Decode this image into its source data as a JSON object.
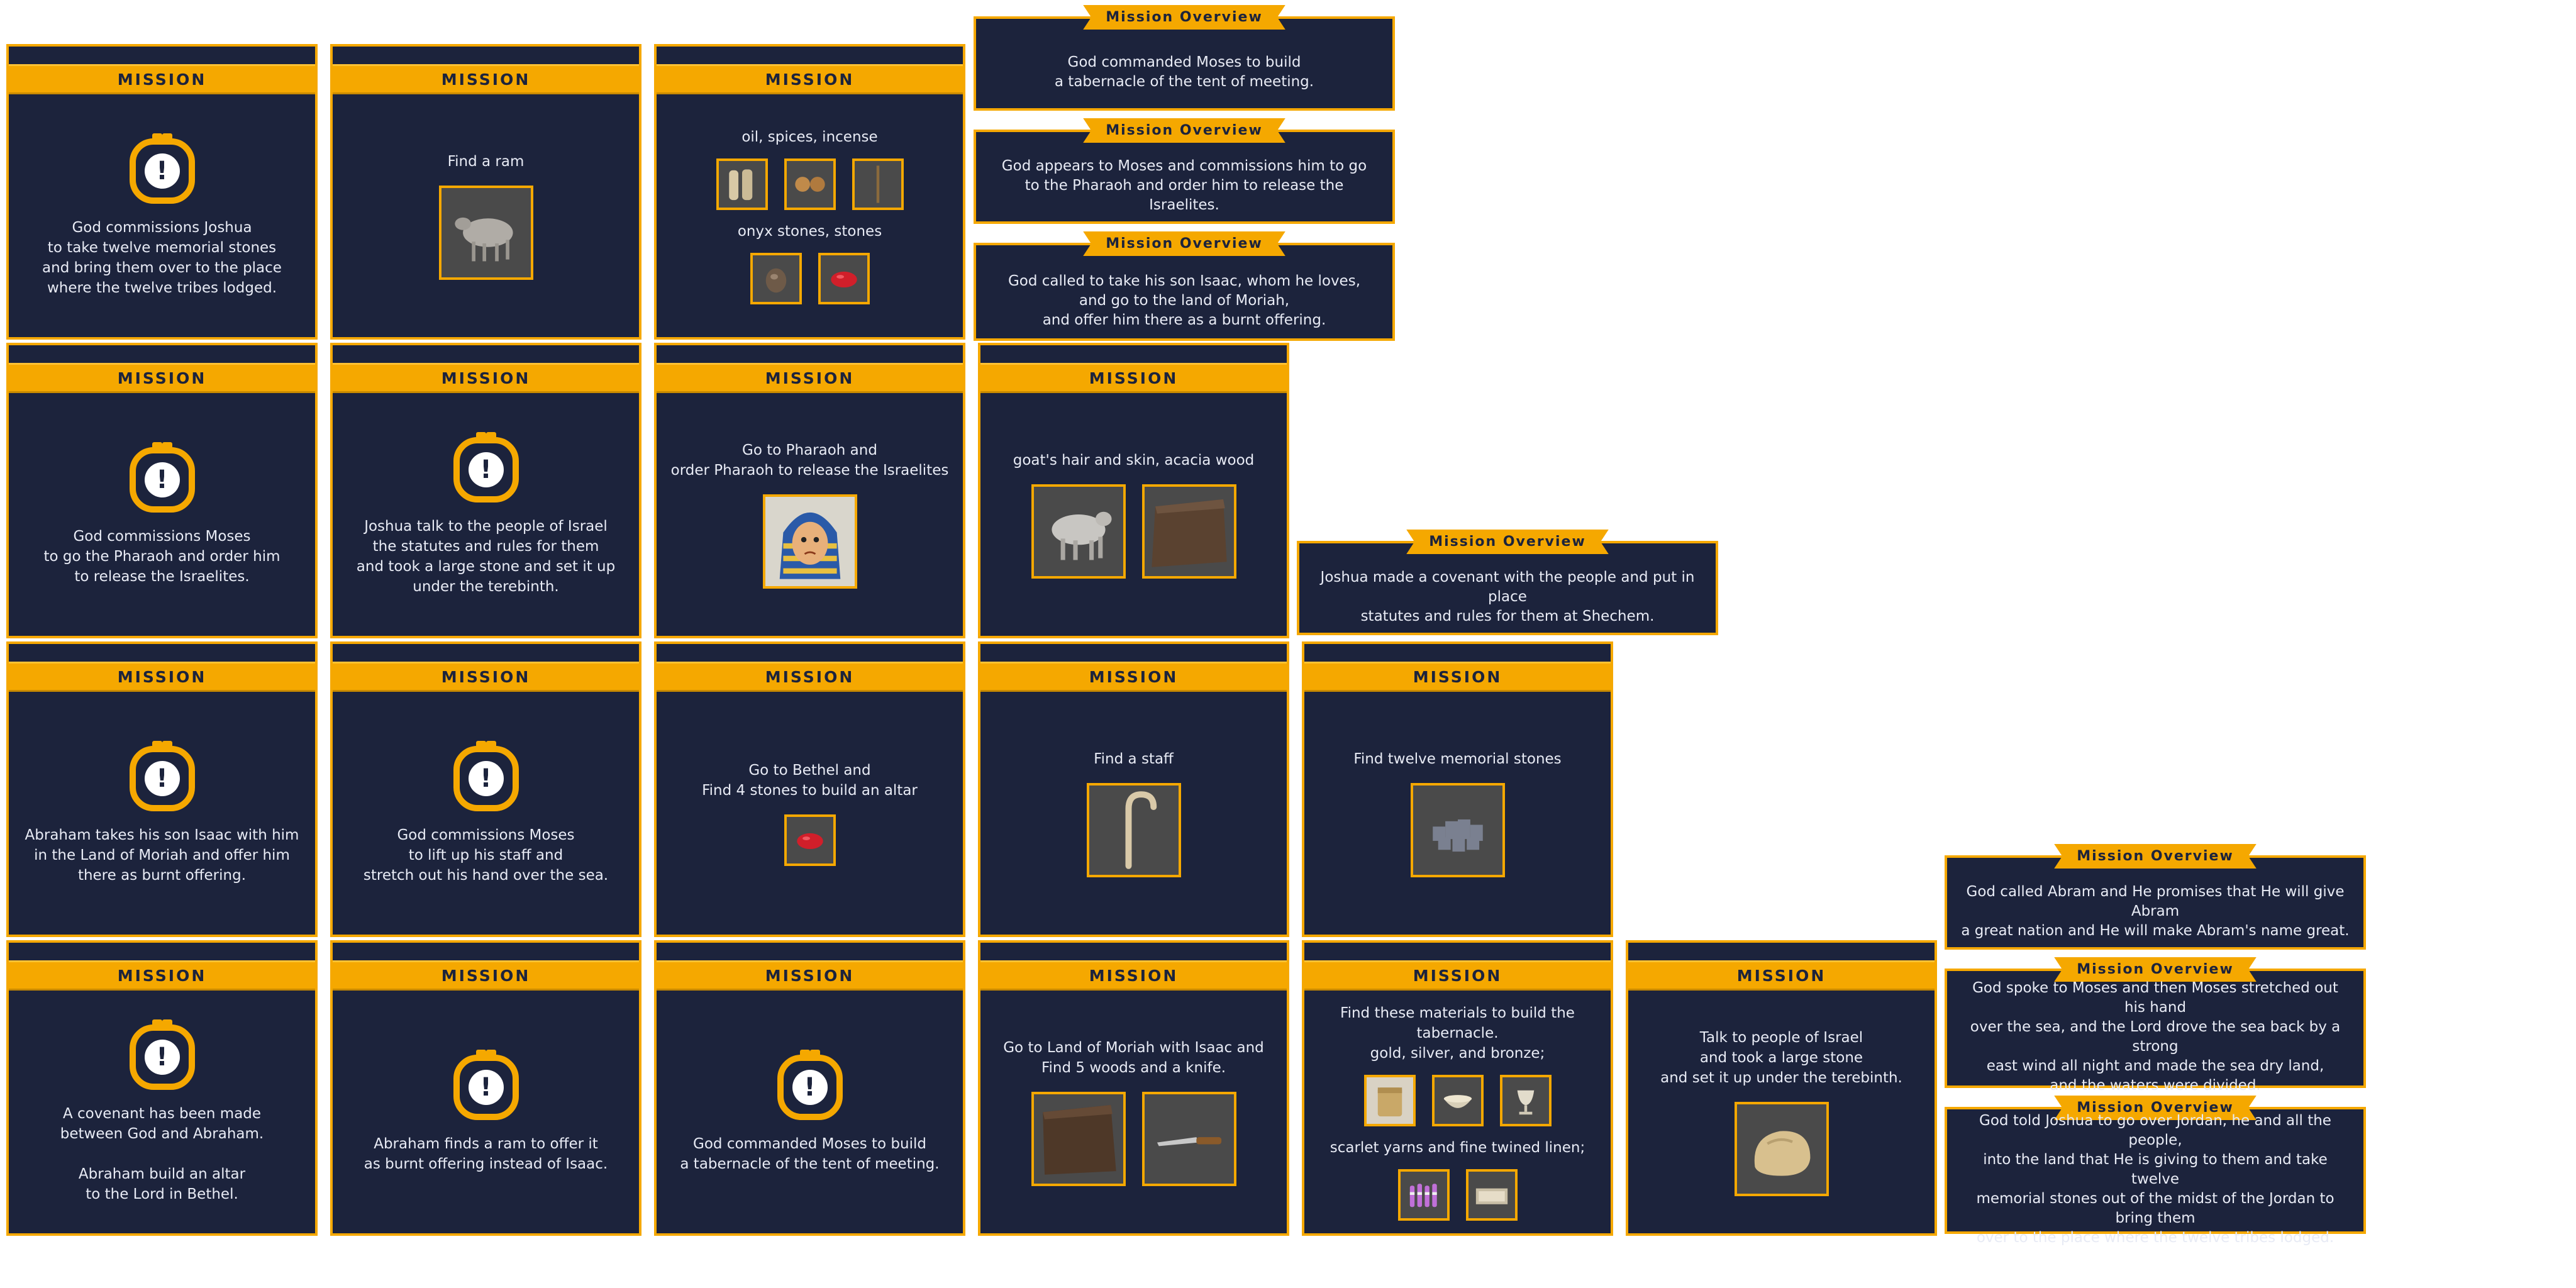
{
  "cards": [
    {
      "id": "r1c1",
      "header": "MISSION",
      "icon": "exclamation-icon",
      "text": "God commissions Joshua\nto take twelve memorial stones\nand bring them over to the place\nwhere the twelve tribes lodged."
    },
    {
      "id": "r1c2",
      "header": "MISSION",
      "text": "Find a ram",
      "items": [
        "ram-model"
      ]
    },
    {
      "id": "r1c3",
      "header": "MISSION",
      "text": "oil, spices, incense",
      "items": [
        "oil-jars",
        "spice-balls",
        "incense-stick"
      ],
      "text2": "onyx stones, stones",
      "items2": [
        "onyx-stone",
        "red-stone"
      ]
    },
    {
      "id": "r2c1",
      "header": "MISSION",
      "icon": "exclamation-icon",
      "text": "God commissions Moses\nto go the Pharaoh and order him\nto release the Israelites."
    },
    {
      "id": "r2c2",
      "header": "MISSION",
      "icon": "exclamation-icon",
      "text": "Joshua talk to the people of Israel\nthe statutes and rules for them\nand took a large stone and set it up\nunder the terebinth."
    },
    {
      "id": "r2c3",
      "header": "MISSION",
      "text": "Go to Pharaoh and\norder Pharaoh to release the Israelites",
      "items": [
        "pharaoh-portrait"
      ]
    },
    {
      "id": "r2c4",
      "header": "MISSION",
      "text": "goat's hair and skin, acacia wood",
      "items": [
        "goat-model",
        "acacia-board"
      ]
    },
    {
      "id": "r3c1",
      "header": "MISSION",
      "icon": "exclamation-icon",
      "text": "Abraham takes his son Isaac with him\nin the Land of Moriah and offer him\nthere as burnt offering."
    },
    {
      "id": "r3c2",
      "header": "MISSION",
      "icon": "exclamation-icon",
      "text": "God commissions Moses\nto lift up his staff and\nstretch out his hand over the sea."
    },
    {
      "id": "r3c3",
      "header": "MISSION",
      "text": "Go to Bethel and\nFind 4 stones to build an altar",
      "items": [
        "red-stone"
      ]
    },
    {
      "id": "r3c4",
      "header": "MISSION",
      "text": "Find a staff",
      "items": [
        "staff"
      ]
    },
    {
      "id": "r3c5",
      "header": "MISSION",
      "text": "Find twelve memorial stones",
      "items": [
        "memorial-stones"
      ]
    },
    {
      "id": "r4c1",
      "header": "MISSION",
      "icon": "exclamation-icon",
      "text": "A covenant has been made\nbetween God and Abraham.\n\nAbraham build an altar\nto the Lord in Bethel."
    },
    {
      "id": "r4c2",
      "header": "MISSION",
      "icon": "exclamation-icon",
      "text": "Abraham finds a ram to offer it\nas burnt offering instead of Isaac."
    },
    {
      "id": "r4c3",
      "header": "MISSION",
      "icon": "exclamation-icon",
      "text": "God commanded Moses to build\na tabernacle of the tent of meeting."
    },
    {
      "id": "r4c4",
      "header": "MISSION",
      "text": "Go to Land of Moriah with Isaac and\nFind 5 woods and a knife.",
      "items": [
        "wood-board",
        "knife"
      ]
    },
    {
      "id": "r4c5",
      "header": "MISSION",
      "text": "Find these materials to build the tabernacle.\ngold, silver, and bronze;",
      "items": [
        "gold-sack",
        "silver-bowl",
        "bronze-cup"
      ],
      "text2": "scarlet yarns and fine twined linen;",
      "items2": [
        "yarn-spools",
        "linen-box"
      ]
    },
    {
      "id": "r4c6",
      "header": "MISSION",
      "text": "Talk to people of Israel\nand took a large stone\nand set it up under the terebinth.",
      "items": [
        "large-stone"
      ]
    }
  ],
  "overviews": [
    {
      "id": "ov1",
      "header": "Mission Overview",
      "text": "God commanded Moses to build\na tabernacle of the tent of meeting."
    },
    {
      "id": "ov2",
      "header": "Mission Overview",
      "text": "God appears to Moses and commissions him to go\nto the Pharaoh and order him to release the Israelites."
    },
    {
      "id": "ov3",
      "header": "Mission Overview",
      "text": "God called to take his son Isaac, whom he loves,\nand go to the land of Moriah,\nand offer him there as a burnt offering."
    },
    {
      "id": "ov4",
      "header": "Mission Overview",
      "text": "Joshua made a covenant with the people and put in place\nstatutes and rules for them at Shechem."
    },
    {
      "id": "ov5",
      "header": "Mission Overview",
      "text": "God called Abram and He promises that He will give Abram\na great nation and He will make Abram's name great."
    },
    {
      "id": "ov6",
      "header": "Mission Overview",
      "text": "God spoke to Moses and then Moses stretched out his hand\nover the sea, and the Lord drove the sea back by a strong\neast wind all night and made the sea dry land,\nand the waters were divided."
    },
    {
      "id": "ov7",
      "header": "Mission Overview",
      "text": "God told Joshua to go over Jordan, he and all the people,\ninto the land that He is giving to them and take twelve\nmemorial stones out of the midst of the Jordan to bring them\nover to the place where the twelve tribes lodged."
    }
  ],
  "colors": {
    "panel": "#1c233c",
    "accent": "#f5a800",
    "text": "#e8ebf5"
  }
}
